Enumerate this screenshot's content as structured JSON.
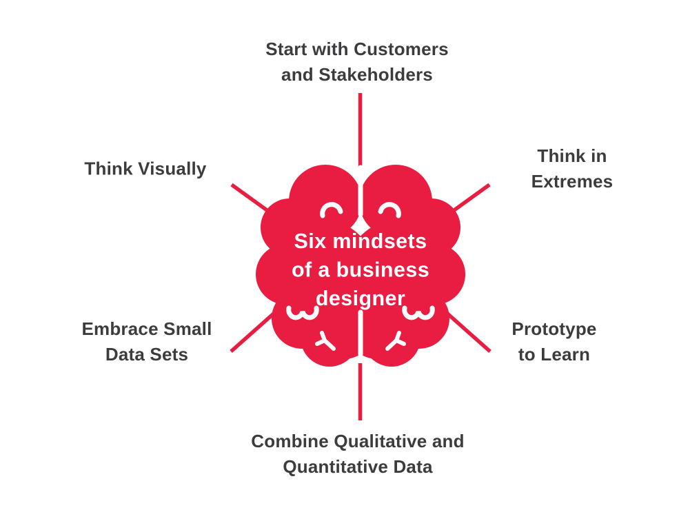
{
  "diagram": {
    "type": "radial-mindmap",
    "center": {
      "icon": "brain-icon",
      "lines": [
        "Six mindsets",
        "of a business",
        "designer"
      ],
      "full_label": "Six mindsets of a business designer"
    },
    "nodes": [
      {
        "id": "start-with-customers",
        "position": "top",
        "label": "Start with Customers\nand Stakeholders"
      },
      {
        "id": "think-visually",
        "position": "upper-left",
        "label": "Think Visually"
      },
      {
        "id": "think-in-extremes",
        "position": "upper-right",
        "label": "Think in Extremes"
      },
      {
        "id": "embrace-small-data",
        "position": "lower-left",
        "label": "Embrace Small\nData Sets"
      },
      {
        "id": "prototype-to-learn",
        "position": "lower-right",
        "label": "Prototype\nto Learn"
      },
      {
        "id": "combine-qual-quant",
        "position": "bottom",
        "label": "Combine Qualitative and\nQuantitative Data"
      }
    ],
    "colors": {
      "accent": "#e91d42",
      "label_text": "#3c3c3e",
      "center_text": "#ffffff",
      "background": "#ffffff"
    }
  }
}
